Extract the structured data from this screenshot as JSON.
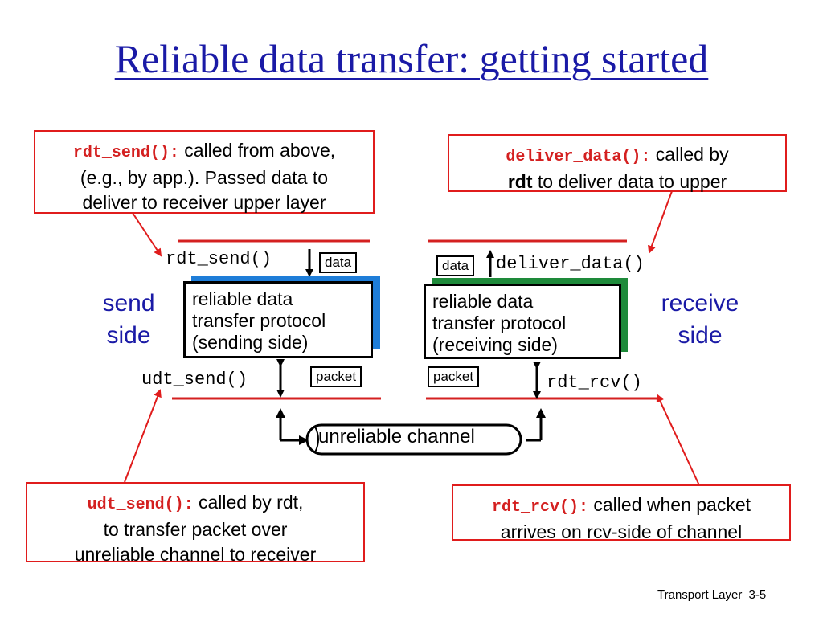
{
  "title": "Reliable data transfer: getting started",
  "callouts": {
    "rdt_send": {
      "fn": "rdt_send():",
      "text1": " called from above,",
      "line2": "(e.g., by app.). Passed data to",
      "line3": "deliver to receiver upper layer"
    },
    "deliver_data": {
      "fn": "deliver_data():",
      "text1": " called by",
      "bold": "rdt",
      "line2_rest": " to deliver data to upper"
    },
    "udt_send": {
      "fn": "udt_send():",
      "text1": " called by rdt,",
      "line2": "to transfer packet over",
      "line3": "unreliable channel to receiver"
    },
    "rdt_rcv": {
      "fn": "rdt_rcv():",
      "text1": " called when packet",
      "line2": "arrives on rcv-side of channel"
    }
  },
  "sender": {
    "side_label_1": "send",
    "side_label_2": "side",
    "top_fn": "rdt_send()",
    "top_tag": "data",
    "protocol_text": "reliable data\ntransfer protocol\n(sending side)",
    "bottom_fn": "udt_send()",
    "bottom_tag": "packet"
  },
  "receiver": {
    "side_label_1": "receive",
    "side_label_2": "side",
    "top_fn": "deliver_data()",
    "top_tag": "data",
    "protocol_text": "reliable data\ntransfer protocol\n(receiving side)",
    "bottom_fn": "rdt_rcv()",
    "bottom_tag": "packet"
  },
  "channel": {
    "label": "unreliable channel"
  },
  "footer": {
    "text": "Transport Layer",
    "page": "3-5"
  },
  "colors": {
    "title": "#1a1aa6",
    "callout_border": "#e01c1c",
    "function_text": "#d42020",
    "layer_line": "#d42020",
    "send_shadow": "#1e7dd8",
    "receive_shadow": "#1e8a3a",
    "side_label": "#1a1aa6"
  }
}
